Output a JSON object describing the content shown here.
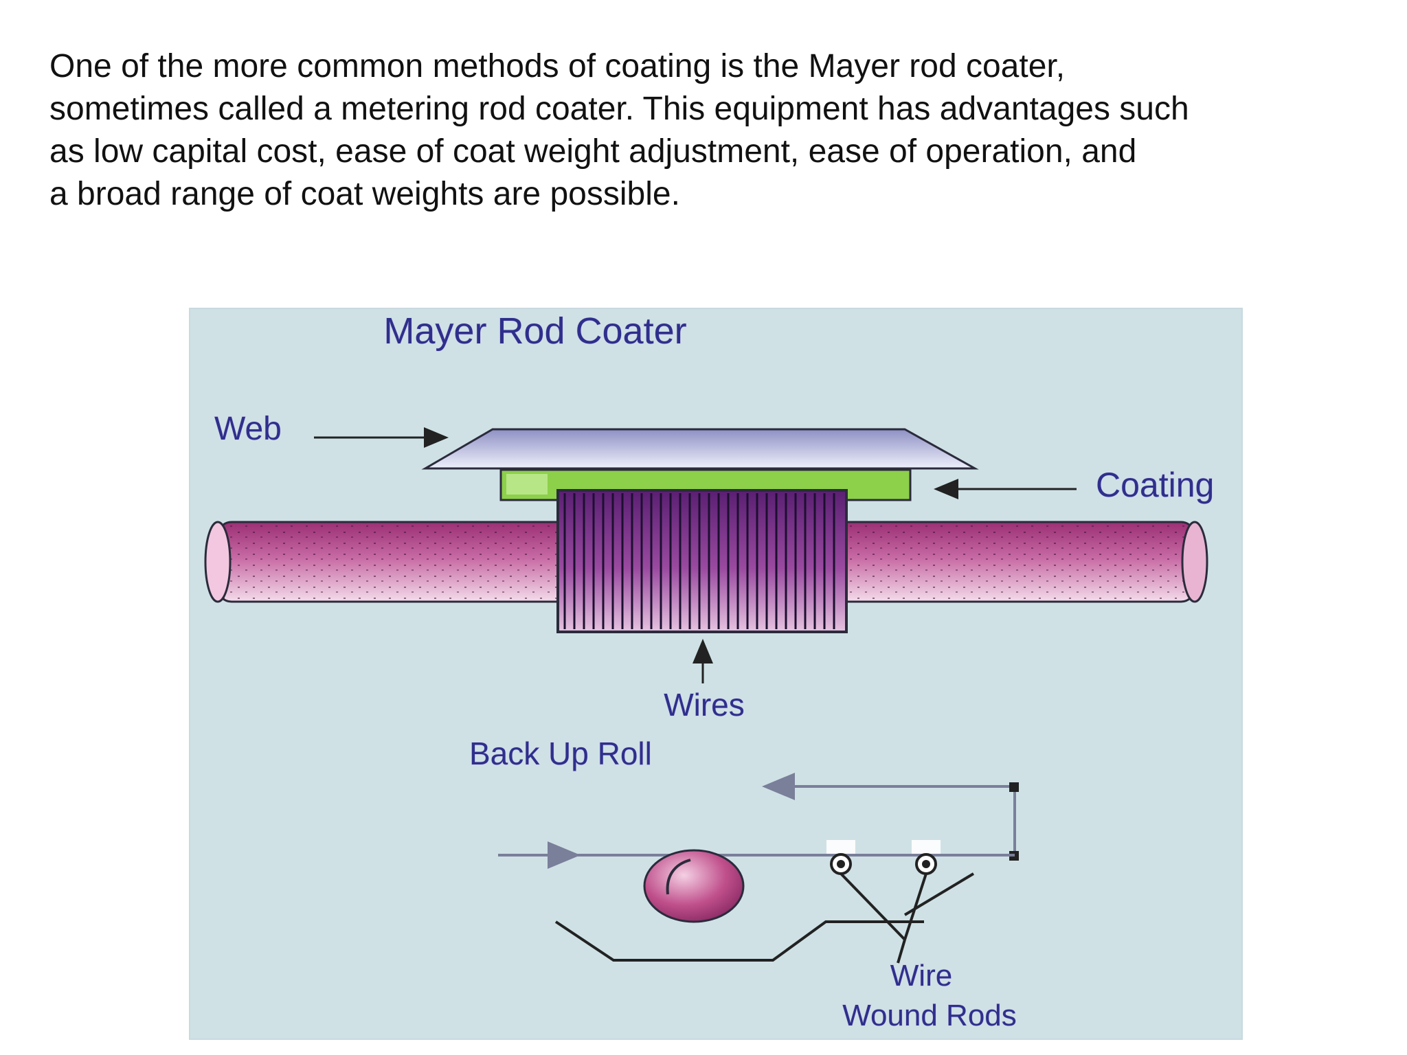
{
  "intro": {
    "lines": [
      "One of the more common methods of coating is the Mayer rod coater,",
      "sometimes called a metering rod coater. This equipment has advantages such",
      "as low capital cost, ease of coat weight adjustment, ease of operation, and",
      "a broad range of coat weights are possible."
    ]
  },
  "diagram": {
    "title": "Mayer Rod Coater",
    "labels": {
      "web": "Web",
      "coating": "Coating",
      "wires": "Wires",
      "backup_roll": "Back Up Roll",
      "wire_wound_rods_line1": "Wire",
      "wire_wound_rods_line2": "Wound Rods"
    },
    "colors": {
      "panel_background": "#cfe1e5",
      "label_text": "#2e2f8c",
      "web_fill": "#c7c9e4",
      "coating_fill": "#8dd04a",
      "rod_fill": "#b04a8a",
      "wires_fill": "#7a2f86"
    }
  }
}
